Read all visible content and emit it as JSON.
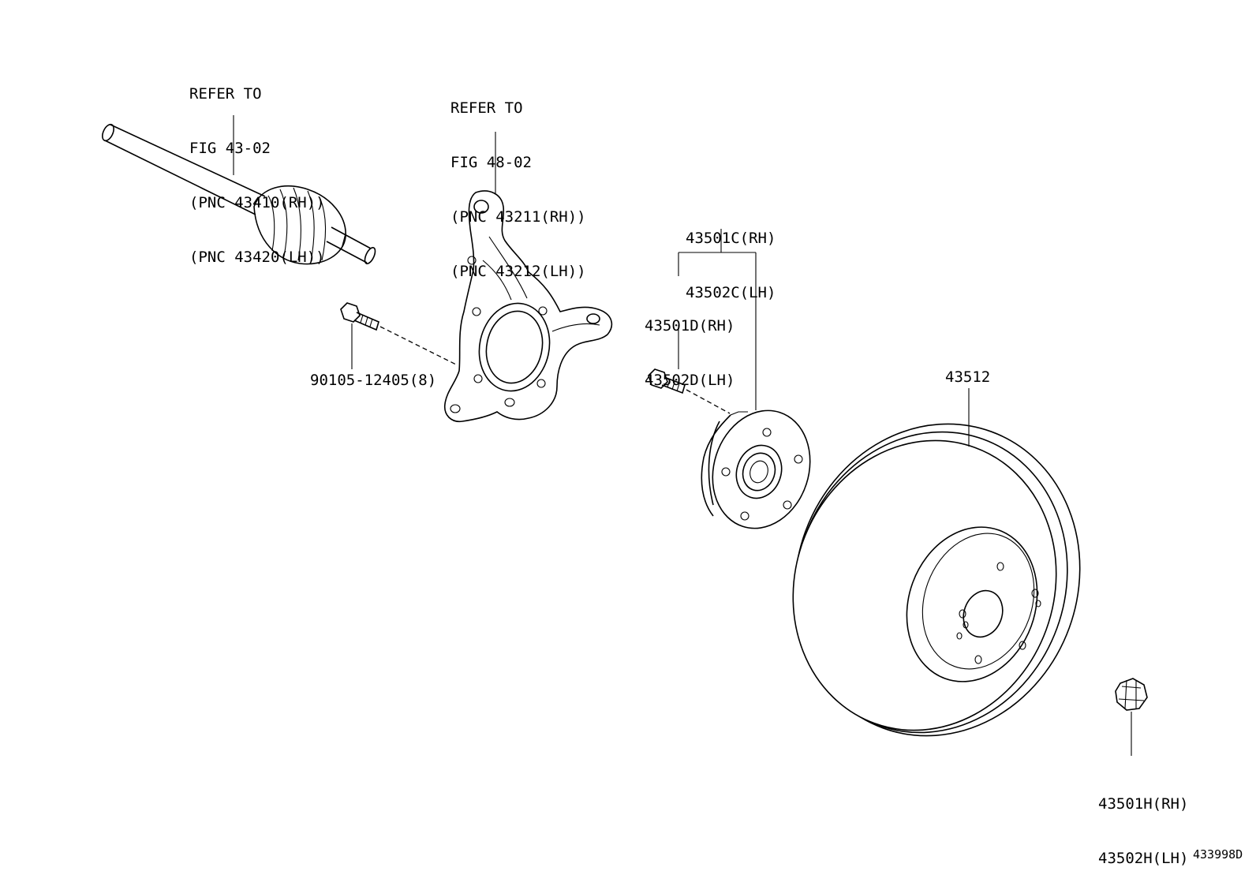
{
  "callouts": {
    "driveshaft": [
      "REFER TO",
      "FIG 43-02",
      "(PNC 43410(RH))",
      "(PNC 43420(LH))"
    ],
    "knuckle": [
      "REFER TO",
      "FIG 48-02",
      "(PNC 43211(RH))",
      "(PNC 43212(LH))"
    ],
    "bolt": "90105-12405(8)",
    "hub_c": [
      "43501C(RH)",
      "43502C(LH)"
    ],
    "hub_d": [
      "43501D(RH)",
      "43502D(LH)"
    ],
    "disc": "43512",
    "nut": [
      "43501H(RH)",
      "43502H(LH)"
    ]
  },
  "figure_id": "433998D",
  "parts": [
    "driveshaft",
    "steering-knuckle",
    "knuckle-bolt",
    "hub-bolt",
    "axle-hub",
    "brake-disc",
    "hub-nut"
  ]
}
